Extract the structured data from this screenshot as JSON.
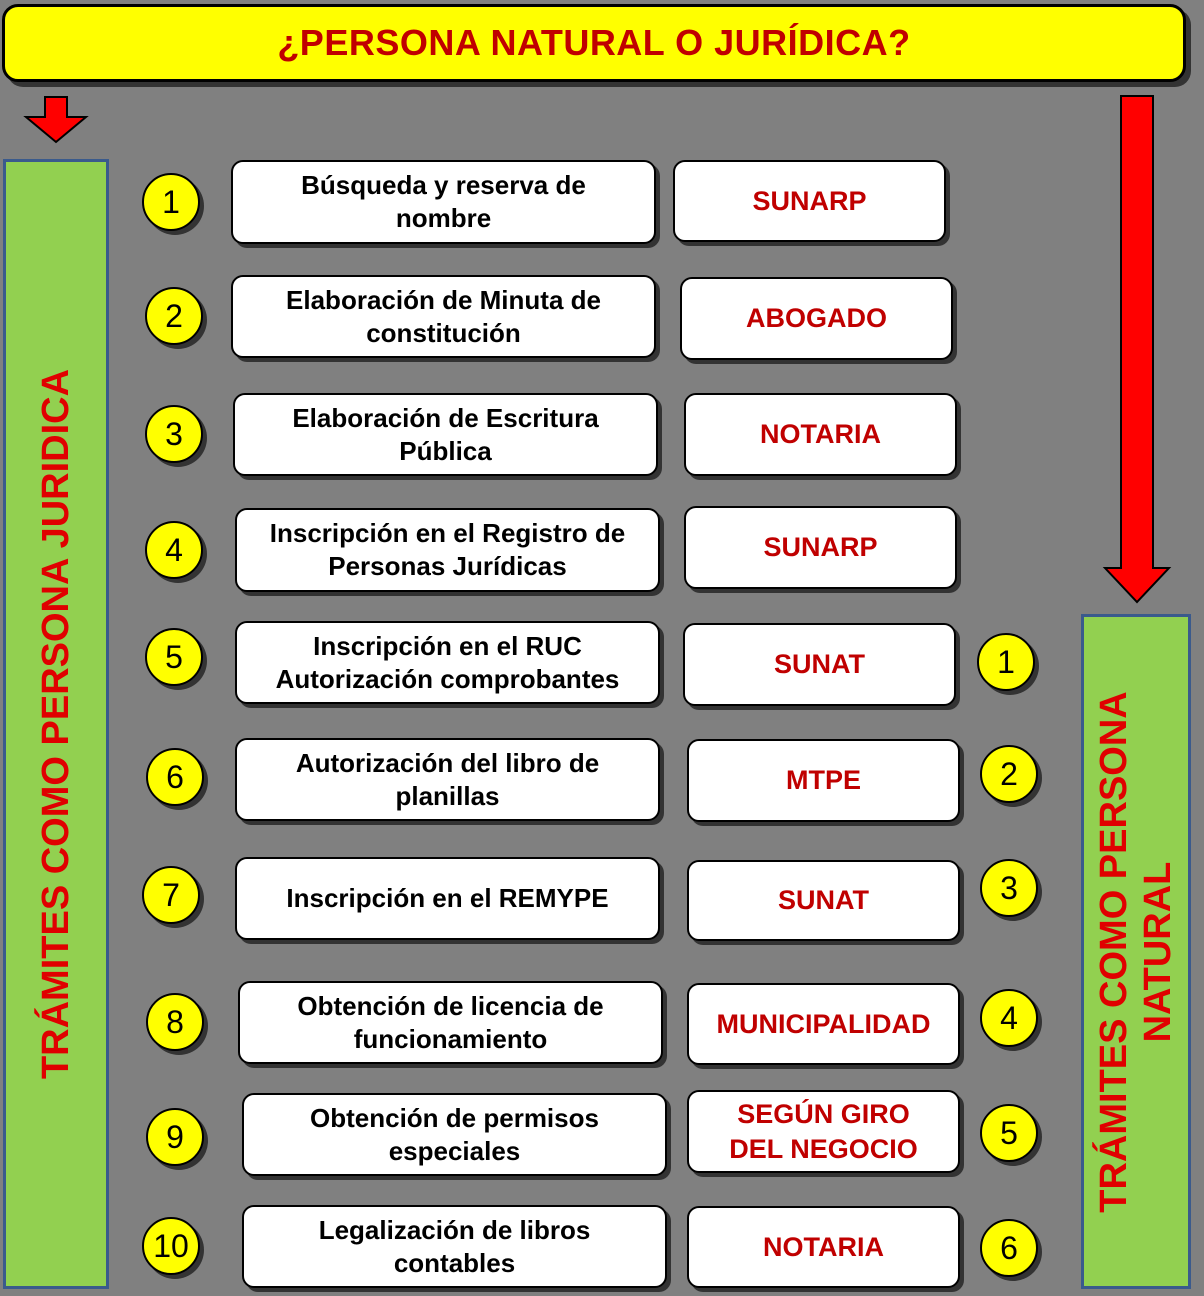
{
  "title": "¿PERSONA NATURAL O JURÍDICA?",
  "left_label": "TRÁMITES COMO PERSONA JURIDICA",
  "right_label": [
    "TRÁMITES COMO PERSONA",
    "NATURAL"
  ],
  "colors": {
    "background": "#808080",
    "banner": "#ffff00",
    "banner_text": "#c00000",
    "bar_fill": "#92d050",
    "bar_border": "#3a5a8c",
    "arrow": "#ff0000",
    "entity_text": "#c00000",
    "circle": "#ffff00"
  },
  "steps": [
    {
      "num": "1",
      "lines": [
        "Búsqueda y reserva de",
        "nombre"
      ],
      "entity": [
        "SUNARP"
      ]
    },
    {
      "num": "2",
      "lines": [
        "Elaboración de Minuta de",
        "constitución"
      ],
      "entity": [
        "ABOGADO"
      ]
    },
    {
      "num": "3",
      "lines": [
        "Elaboración de Escritura",
        "Pública"
      ],
      "entity": [
        "NOTARIA"
      ]
    },
    {
      "num": "4",
      "lines": [
        "Inscripción en el Registro de",
        "Personas Jurídicas"
      ],
      "entity": [
        "SUNARP"
      ]
    },
    {
      "num": "5",
      "lines": [
        "Inscripción en el RUC",
        "Autorización comprobantes"
      ],
      "entity": [
        "SUNAT"
      ],
      "natural_num": "1"
    },
    {
      "num": "6",
      "lines": [
        "Autorización del libro de",
        "planillas"
      ],
      "entity": [
        "MTPE"
      ],
      "natural_num": "2"
    },
    {
      "num": "7",
      "lines": [
        "Inscripción en el REMYPE"
      ],
      "entity": [
        "SUNAT"
      ],
      "natural_num": "3"
    },
    {
      "num": "8",
      "lines": [
        "Obtención de licencia de",
        "funcionamiento"
      ],
      "entity": [
        "MUNICIPALIDAD"
      ],
      "natural_num": "4"
    },
    {
      "num": "9",
      "lines": [
        "Obtención de permisos",
        "especiales"
      ],
      "entity": [
        "SEGÚN GIRO",
        "DEL NEGOCIO"
      ],
      "natural_num": "5"
    },
    {
      "num": "10",
      "lines": [
        "Legalización de libros",
        "contables"
      ],
      "entity": [
        "NOTARIA"
      ],
      "natural_num": "6"
    }
  ]
}
